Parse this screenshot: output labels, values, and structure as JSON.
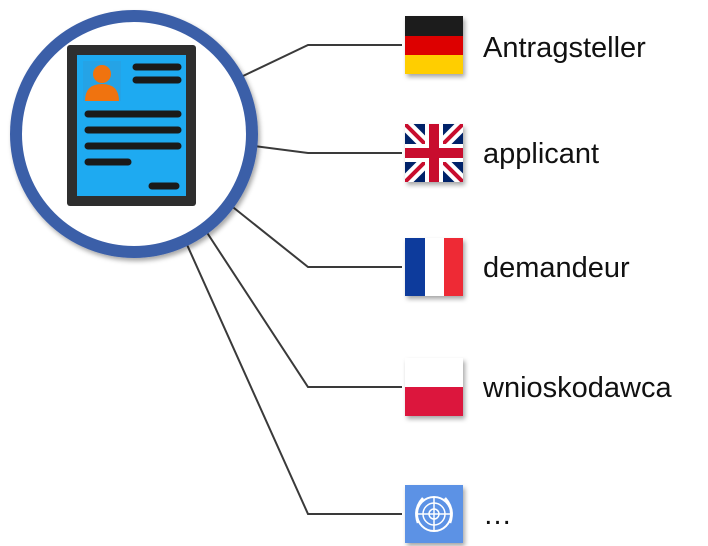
{
  "diagram": {
    "center_icon": "applicant-document-icon",
    "colors": {
      "circle_ring": "#3b5ea8",
      "document_frame": "#2e2e2e",
      "document_page": "#1eaaf1",
      "person": "#f0730f",
      "connector": "#3a3a3a"
    },
    "translations": [
      {
        "language": "German",
        "flag_icon": "germany-flag-icon",
        "label": "Antragsteller"
      },
      {
        "language": "English",
        "flag_icon": "uk-flag-icon",
        "label": "applicant"
      },
      {
        "language": "French",
        "flag_icon": "france-flag-icon",
        "label": "demandeur"
      },
      {
        "language": "Polish",
        "flag_icon": "poland-flag-icon",
        "label": "wnioskodawca"
      },
      {
        "language": "more",
        "flag_icon": "un-flag-icon",
        "label": "…"
      }
    ]
  }
}
